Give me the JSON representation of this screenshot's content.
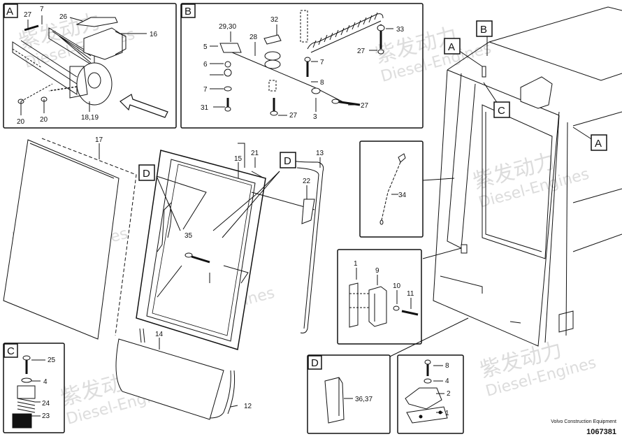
{
  "watermark": {
    "cn": "紫发动力",
    "en": "Diesel-Engines"
  },
  "panels": {
    "A": {
      "tag": "A",
      "labels": {
        "p27": "27",
        "p7": "7",
        "p26": "26",
        "p16": "16",
        "p20a": "20",
        "p20b": "20",
        "p1819": "18,19"
      }
    },
    "B": {
      "tag": "B",
      "labels": {
        "p2930": "29,30",
        "p32": "32",
        "p28": "28",
        "p5": "5",
        "p6": "6",
        "p7": "7",
        "p31": "31",
        "p27a": "27",
        "p27b": "27",
        "p27c": "27",
        "p8": "8",
        "p3": "3",
        "p33": "33"
      }
    },
    "C": {
      "tag": "C",
      "labels": {
        "p25": "25",
        "p4": "4",
        "p24": "24",
        "p23": "23"
      }
    },
    "D": {
      "tag": "D",
      "labels": {
        "p3637": "36,37"
      }
    },
    "h1": {
      "labels": {
        "p1": "1",
        "p9": "9",
        "p10": "10",
        "p11": "11"
      }
    },
    "h2": {
      "labels": {
        "p8": "8",
        "p4": "4",
        "p2": "2",
        "p1": "1"
      }
    },
    "p34": {
      "labels": {
        "p34": "34"
      }
    }
  },
  "main": {
    "labels": {
      "p17": "17",
      "p15": "15",
      "p21": "21",
      "p13": "13",
      "p22": "22",
      "p35": "35",
      "p14": "14",
      "p12": "12"
    },
    "callouts": {
      "D1": "D",
      "D2": "D",
      "A1": "A",
      "A2": "A",
      "B": "B",
      "C": "C"
    }
  },
  "footer": {
    "company": "Volvo Construction Equipment",
    "doc_number": "1067381"
  }
}
